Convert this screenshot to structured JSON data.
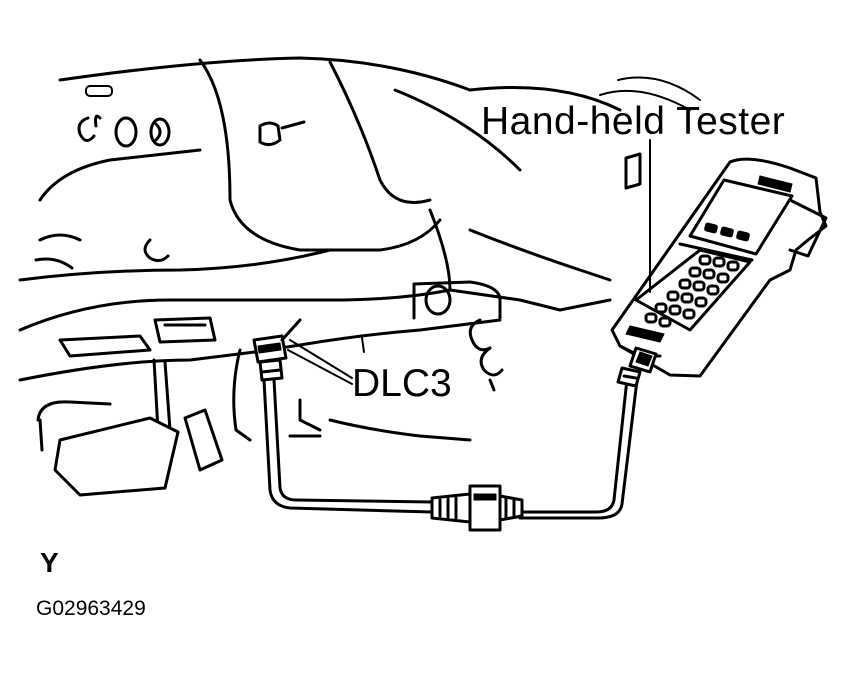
{
  "labels": {
    "tester": "Hand-held Tester",
    "connector": "DLC3",
    "view_letter": "Y",
    "figure_code": "G02963429"
  }
}
